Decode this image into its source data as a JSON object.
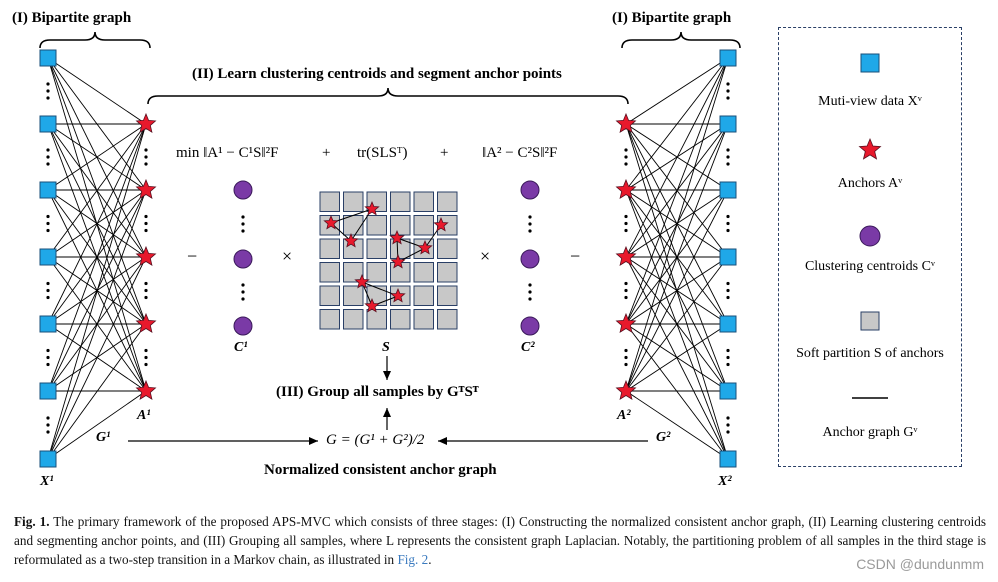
{
  "labels": {
    "bipartite_left": "(I) Bipartite graph",
    "bipartite_right": "(I) Bipartite graph",
    "stage2": "(II) Learn clustering centroids and segment anchor points",
    "stage3": "(III) Group all samples by GᵀSᵀ",
    "normalized": "Normalized consistent anchor graph",
    "formula_G": "G = (G¹ + G²)/2",
    "obj_min": "min ‖A¹ − C¹S‖²F",
    "obj_plus1": "+",
    "obj_tr": "tr(SLSᵀ)",
    "obj_plus2": "+",
    "obj_right": "‖A² − C²S‖²F",
    "minus_left": "−",
    "times_left": "×",
    "times_right": "×",
    "minus_right": "−",
    "x1": "X¹",
    "x2": "X²",
    "a1": "A¹",
    "a2": "A²",
    "g1": "G¹",
    "g2": "G²",
    "c1": "C¹",
    "c2": "C²",
    "s": "S"
  },
  "legend": {
    "items": [
      {
        "icon": "blue-square-icon",
        "label": "Muti-view data Xᵛ"
      },
      {
        "icon": "red-star-icon",
        "label": "Anchors Aᵛ"
      },
      {
        "icon": "purple-circle-icon",
        "label": "Clustering centroids Cᵛ"
      },
      {
        "icon": "gray-square-icon",
        "label": "Soft partition S of anchors"
      },
      {
        "icon": "line-icon",
        "label": "Anchor graph Gᵛ"
      }
    ]
  },
  "caption": {
    "fig_label": "Fig. 1.",
    "text": " The primary framework of the proposed APS-MVC which consists of three stages: (I) Constructing the normalized consistent anchor graph, (II) Learning clustering centroids and segmenting anchor points, and (III) Grouping all samples, where L represents the consistent graph Laplacian. Notably, the partitioning problem of all samples in the third stage is reformulated as a two-step transition in a Markov chain, as illustrated in ",
    "link": "Fig. 2",
    "end": "."
  },
  "watermark": "CSDN @dundunmm",
  "colors": {
    "data_square": "#1fa8e8",
    "anchor_star": "#e8192c",
    "centroid": "#7a3aa6",
    "partition": "#c8c8c8",
    "legend_border": "#2a3f66"
  }
}
